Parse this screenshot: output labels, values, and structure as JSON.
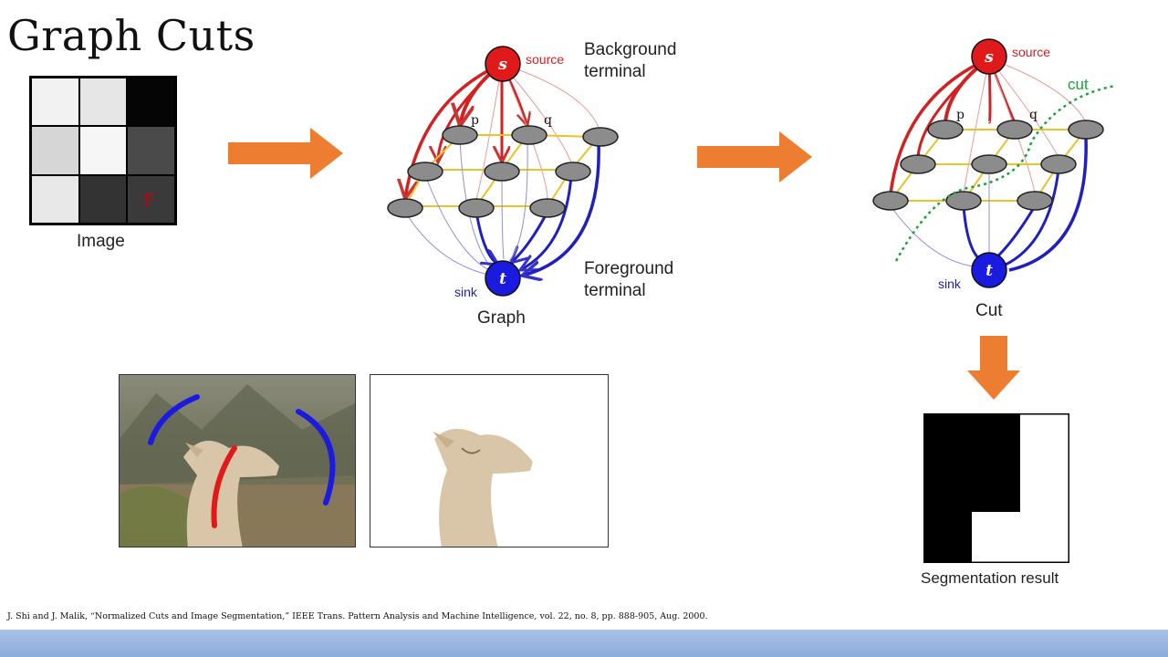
{
  "slide": {
    "title": "Graph Cuts",
    "image_caption": "Image",
    "graph_caption": "Graph",
    "cut_caption": "Cut",
    "segmentation_caption": "Segmentation result",
    "reference": "J. Shi and J. Malik, “Normalized Cuts and Image Segmentation,” IEEE Trans. Pattern Analysis and Machine Intelligence, vol. 22, no. 8, pp. 888-905, Aug. 2000."
  },
  "image_grid": {
    "cells": [
      "#f2f2f2",
      "#e6e6e6",
      "#050505",
      "#d6d6d6",
      "#f6f6f6",
      "#4a4a4a",
      "#e8e8e8",
      "#333333",
      "#3a3a3a"
    ],
    "marked_cell_letter": "F",
    "marked_cell_color": "#cc0000"
  },
  "graph_labels": {
    "source_node": "s",
    "sink_node": "t",
    "source_label": "source",
    "sink_label": "sink",
    "p_label": "p",
    "q_label": "q",
    "background_terminal_line1": "Background",
    "background_terminal_line2": "terminal",
    "foreground_terminal_line1": "Foreground",
    "foreground_terminal_line2": "terminal",
    "cut_label": "cut"
  },
  "colors": {
    "source": "#e01a1a",
    "sink": "#1a1ae0",
    "pixel_node": "#8c8c8c",
    "n_link": "#e8c32a",
    "cut_line": "#1aa33a",
    "arrow_orange": "#ed7d31",
    "band": "#9fb8e2"
  },
  "segmentation_grid": {
    "cells": [
      "#000000",
      "#000000",
      "#ffffff",
      "#000000",
      "#000000",
      "#ffffff",
      "#000000",
      "#ffffff",
      "#ffffff"
    ]
  }
}
